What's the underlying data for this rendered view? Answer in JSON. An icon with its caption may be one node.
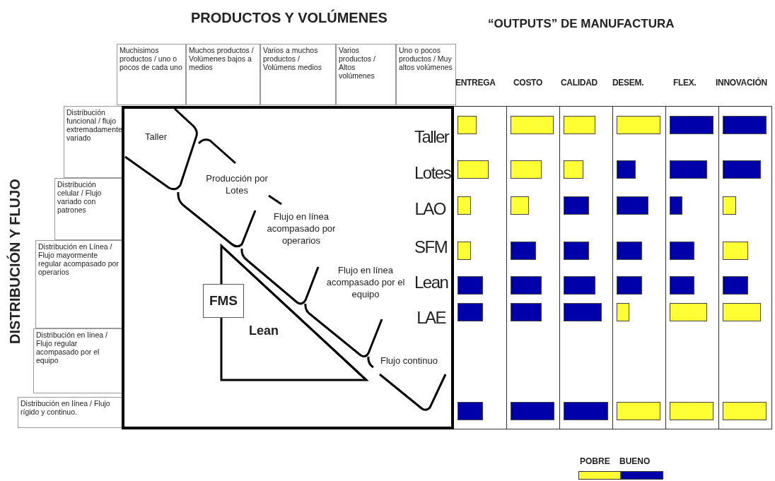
{
  "diagram": {
    "nodes": [
      {
        "text": [
          "Muchisimos productos / uno o pocos de cada uno"
        ]
      },
      {
        "text": [
          "Muchos productos / Volúmenes bajos a medios"
        ]
      },
      {
        "text": [
          "Varios a muchos productos / Volúmens medios"
        ]
      },
      {
        "text": [
          "Varios productos / Altos volúmenes"
        ]
      },
      {
        "text": [
          "Uno o pocos productos / Muy altos volúmenes"
        ]
      },
      {
        "text": [
          "Distribución funcional / flujo extremadamente variado"
        ]
      },
      {
        "text": [
          "Distribución celular / Flujo variado con patrones"
        ]
      },
      {
        "text": [
          "Distribución en Línea / Flujo mayormente regular acompasado por operarios"
        ]
      },
      {
        "text": [
          "Distribución en línea / Flujo regular acompasado por el equipo"
        ]
      },
      {
        "text": [
          "Distribución en línea / Flujo rígido y continuo."
        ]
      },
      {
        "text": [],
        "shape": "box"
      },
      {
        "text": [
          "FMS"
        ],
        "in": 10
      },
      {
        "text": [
          "ENTREGA"
        ]
      },
      {
        "text": [],
        "shape": "bar",
        "in": 12
      },
      {
        "text": [],
        "shape": "bar",
        "in": 12
      },
      {
        "text": [],
        "shape": "bar",
        "in": 12
      },
      {
        "text": [],
        "shape": "bar",
        "in": 12
      },
      {
        "text": [],
        "shape": "bar",
        "in": 12
      },
      {
        "text": [],
        "shape": "bar",
        "in": 12
      },
      {
        "text": [],
        "shape": "bar",
        "in": 12
      },
      {
        "text": [
          "COSTO"
        ]
      },
      {
        "text": [],
        "shape": "bar",
        "in": 20
      },
      {
        "text": [],
        "shape": "bar",
        "in": 20
      },
      {
        "text": [],
        "shape": "bar",
        "in": 20
      },
      {
        "text": [],
        "shape": "bar",
        "in": 20
      },
      {
        "text": [],
        "shape": "bar",
        "in": 20
      },
      {
        "text": [],
        "shape": "bar",
        "in": 20
      },
      {
        "text": [],
        "shape": "bar",
        "in": 20
      },
      {
        "text": [
          "CALIDAD"
        ]
      },
      {
        "text": [],
        "shape": "bar",
        "in": 28
      },
      {
        "text": [],
        "shape": "bar",
        "in": 28
      },
      {
        "text": [],
        "shape": "bar",
        "in": 28
      },
      {
        "text": [],
        "shape": "bar",
        "in": 28
      },
      {
        "text": [],
        "shape": "bar",
        "in": 28
      },
      {
        "text": [],
        "shape": "bar",
        "in": 28
      },
      {
        "text": [],
        "shape": "bar",
        "in": 28
      },
      {
        "text": [
          "DESEM."
        ]
      },
      {
        "text": [],
        "shape": "bar",
        "in": 36
      },
      {
        "text": [],
        "shape": "bar",
        "in": 36
      },
      {
        "text": [],
        "shape": "bar",
        "in": 36
      },
      {
        "text": [],
        "shape": "bar",
        "in": 36
      },
      {
        "text": [],
        "shape": "bar",
        "in": 36
      },
      {
        "text": [],
        "shape": "bar",
        "in": 36
      },
      {
        "text": [],
        "shape": "bar",
        "in": 36
      },
      {
        "text": [
          "FLEX."
        ]
      },
      {
        "text": [],
        "shape": "bar",
        "in": 44
      },
      {
        "text": [],
        "shape": "bar",
        "in": 44
      },
      {
        "text": [],
        "shape": "bar",
        "in": 44
      },
      {
        "text": [],
        "shape": "bar",
        "in": 44
      },
      {
        "text": [],
        "shape": "bar",
        "in": 44
      },
      {
        "text": [],
        "shape": "bar",
        "in": 44
      },
      {
        "text": [],
        "shape": "bar",
        "in": 44
      },
      {
        "text": [
          "INNOVACIÓN"
        ]
      },
      {
        "text": [],
        "shape": "bar",
        "in": 52
      },
      {
        "text": [],
        "shape": "bar",
        "in": 52
      },
      {
        "text": [],
        "shape": "bar",
        "in": 52
      },
      {
        "text": [],
        "shape": "bar",
        "in": 52
      },
      {
        "text": [],
        "shape": "bar",
        "in": 52
      },
      {
        "text": [],
        "shape": "bar",
        "in": 52
      },
      {
        "text": [],
        "shape": "bar",
        "in": 52
      }
    ],
    "labels": [
      "PRODUCTOS Y VOLÚMENES",
      "“OUTPUTS” DE MANUFACTURA",
      "DISTRIBUCIÓN Y FLUJO",
      "Taller",
      "Producción por Lotes",
      "Flujo en línea acompasado por operarios",
      "Flujo en línea acompasado por el equipo",
      "Flujo continuo",
      "Taller",
      "Lotes",
      "LAO",
      "SFM",
      "Lean",
      "LAE",
      "Lean"
    ],
    "legend": [
      {
        "text": "POBRE",
        "color": "#ffff33"
      },
      {
        "text": "BUENO",
        "color": "#0000aa"
      }
    ]
  }
}
